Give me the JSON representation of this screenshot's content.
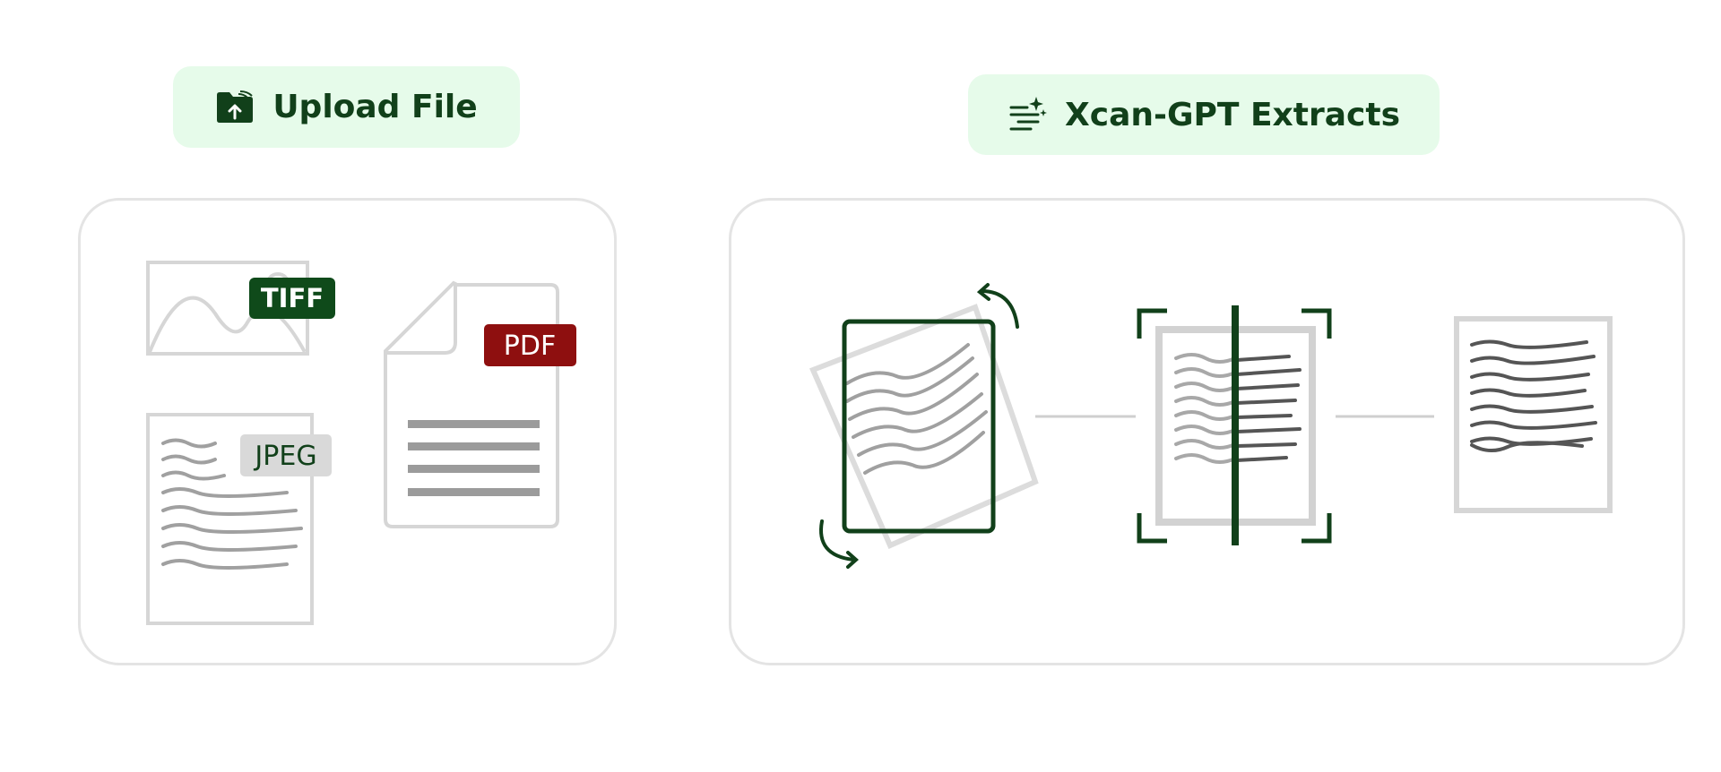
{
  "upload": {
    "title": "Upload File",
    "icon": "folder-upload-icon",
    "formats": {
      "tiff": "TIFF",
      "pdf": "PDF",
      "jpeg": "JPEG"
    }
  },
  "extract": {
    "title": "Xcan-GPT Extracts",
    "icon": "sparkle-lines-icon",
    "steps": [
      "deskew-rotate-icon",
      "scan-correct-icon",
      "clean-document-icon"
    ]
  },
  "colors": {
    "brand_green": "#11401a",
    "pill_bg": "#e6fbea",
    "tiff_badge": "#0f4a1a",
    "pdf_badge": "#8e0f0f",
    "jpeg_badge": "#d9d9d9",
    "outline_gray": "#d6d6d6"
  }
}
